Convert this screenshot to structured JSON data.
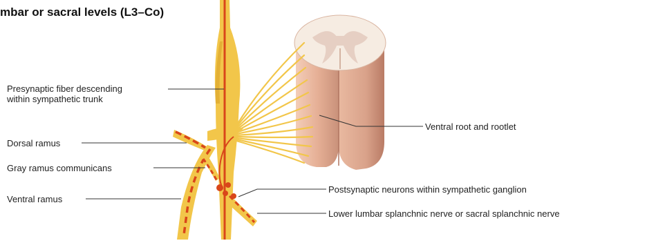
{
  "title": "mbar or sacral levels (L3–Co)",
  "labels": {
    "presynaptic_line1": "Presynaptic fiber descending",
    "presynaptic_line2": "within sympathetic trunk",
    "dorsal_ramus": "Dorsal ramus",
    "gray_ramus": "Gray ramus communicans",
    "ventral_ramus": "Ventral ramus",
    "ventral_root": "Ventral root and rootlet",
    "postsynaptic_neurons": "Postsynaptic neurons within sympathetic ganglion",
    "splanchnic_nerve": "Lower lumbar splanchnic nerve or sacral splanchnic nerve"
  },
  "colors": {
    "nerve_yellow": "#f2c64a",
    "nerve_yellow_dark": "#d9a228",
    "fiber_red": "#d9461a",
    "cord_flesh": "#e9b9a0",
    "cord_shadow": "#c98d74",
    "cord_white_matter": "#f6ece2",
    "cord_gray_matter": "#e6cfc3"
  }
}
